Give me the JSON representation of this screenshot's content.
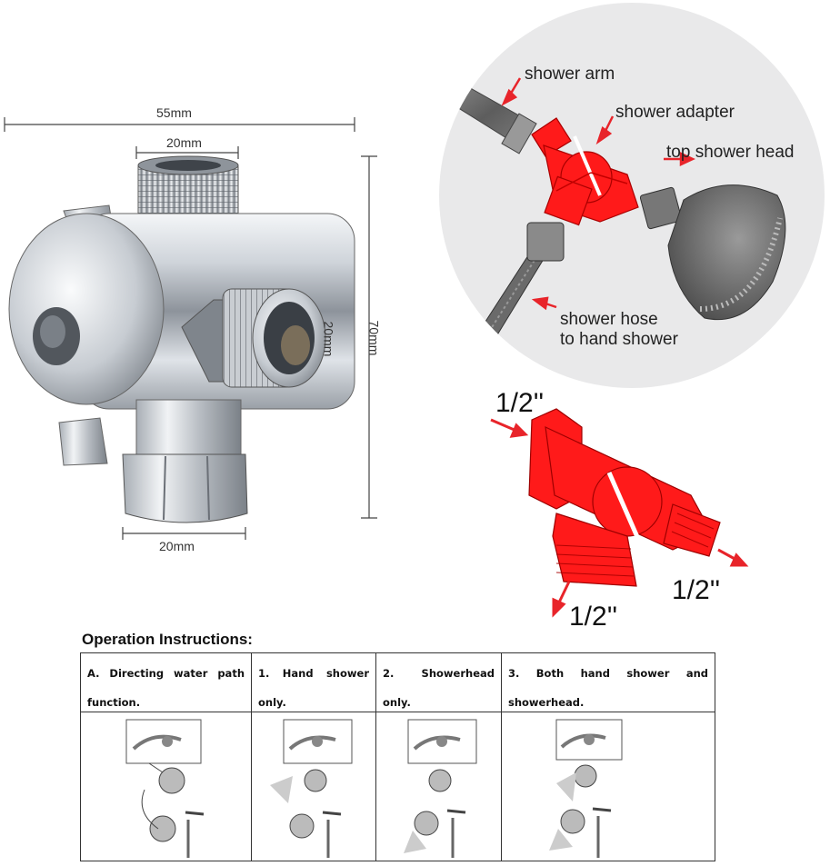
{
  "dimensions": {
    "width_top": "55mm",
    "top_outlet": "20mm",
    "side_outlet": "20mm",
    "height": "70mm",
    "bottom_outlet": "20mm"
  },
  "diagram_labels": {
    "shower_arm": "shower arm",
    "shower_adapter": "shower adapter",
    "top_shower_head": "top shower head",
    "shower_hose_line1": "shower hose",
    "shower_hose_line2": "to hand shower"
  },
  "thread_sizes": {
    "inlet": "1/2''",
    "outlet_right": "1/2''",
    "outlet_bottom": "1/2''"
  },
  "colors": {
    "adapter_red": "#ff1a1a",
    "arrow_red": "#e8242a",
    "chrome_light": "#e6e9ee",
    "chrome_dark": "#6f757d",
    "circle_bg": "#e9e9ea"
  },
  "operation": {
    "title": "Operation Instructions:",
    "columns": [
      {
        "text": "A. Directing water path function.",
        "icon": "diverter-overview-illustration"
      },
      {
        "text": "1. Hand shower only.",
        "icon": "hand-shower-only-illustration"
      },
      {
        "text": "2. Showerhead only.",
        "icon": "showerhead-only-illustration"
      },
      {
        "text": "3. Both hand shower and showerhead.",
        "icon": "both-showers-illustration"
      }
    ]
  }
}
